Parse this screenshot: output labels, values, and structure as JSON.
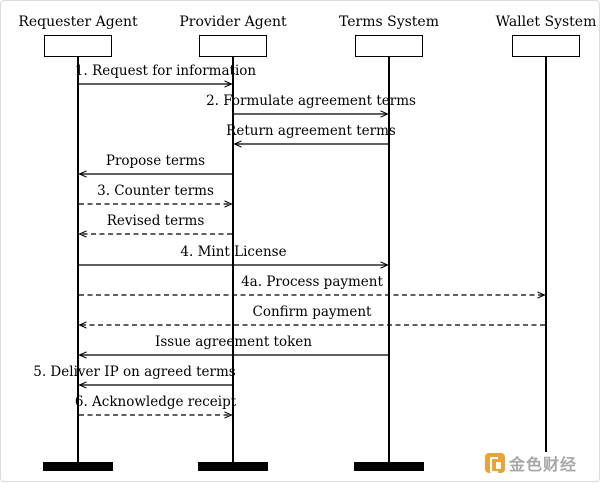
{
  "participants": [
    {
      "key": "requester",
      "label": "Requester Agent"
    },
    {
      "key": "provider",
      "label": "Provider Agent"
    },
    {
      "key": "terms",
      "label": "Terms System"
    },
    {
      "key": "wallet",
      "label": "Wallet System"
    }
  ],
  "messages": [
    {
      "from": "requester",
      "to": "provider",
      "label": "1.  Request for information",
      "style": "solid"
    },
    {
      "from": "provider",
      "to": "terms",
      "label": "2.  Formulate agreement terms",
      "style": "solid"
    },
    {
      "from": "terms",
      "to": "provider",
      "label": "Return agreement terms",
      "style": "solid"
    },
    {
      "from": "provider",
      "to": "requester",
      "label": "Propose terms",
      "style": "solid"
    },
    {
      "from": "requester",
      "to": "provider",
      "label": "3.  Counter terms",
      "style": "dashed"
    },
    {
      "from": "provider",
      "to": "requester",
      "label": "Revised terms",
      "style": "dashed"
    },
    {
      "from": "requester",
      "to": "terms",
      "label": "4.  Mint License",
      "style": "solid"
    },
    {
      "from": "requester",
      "to": "wallet",
      "label": "4a.  Process payment",
      "style": "dashed"
    },
    {
      "from": "wallet",
      "to": "requester",
      "label": "Confirm payment",
      "style": "dashed"
    },
    {
      "from": "terms",
      "to": "requester",
      "label": "Issue agreement token",
      "style": "solid"
    },
    {
      "from": "provider",
      "to": "requester",
      "label": "5.  Deliver IP on agreed terms",
      "style": "solid"
    },
    {
      "from": "requester",
      "to": "provider",
      "label": "6.  Acknowledge receipt",
      "style": "dashed"
    }
  ],
  "watermark": {
    "text": "金色财经",
    "icon": "golden-finance-logo-icon",
    "color": "#e8a33b"
  }
}
